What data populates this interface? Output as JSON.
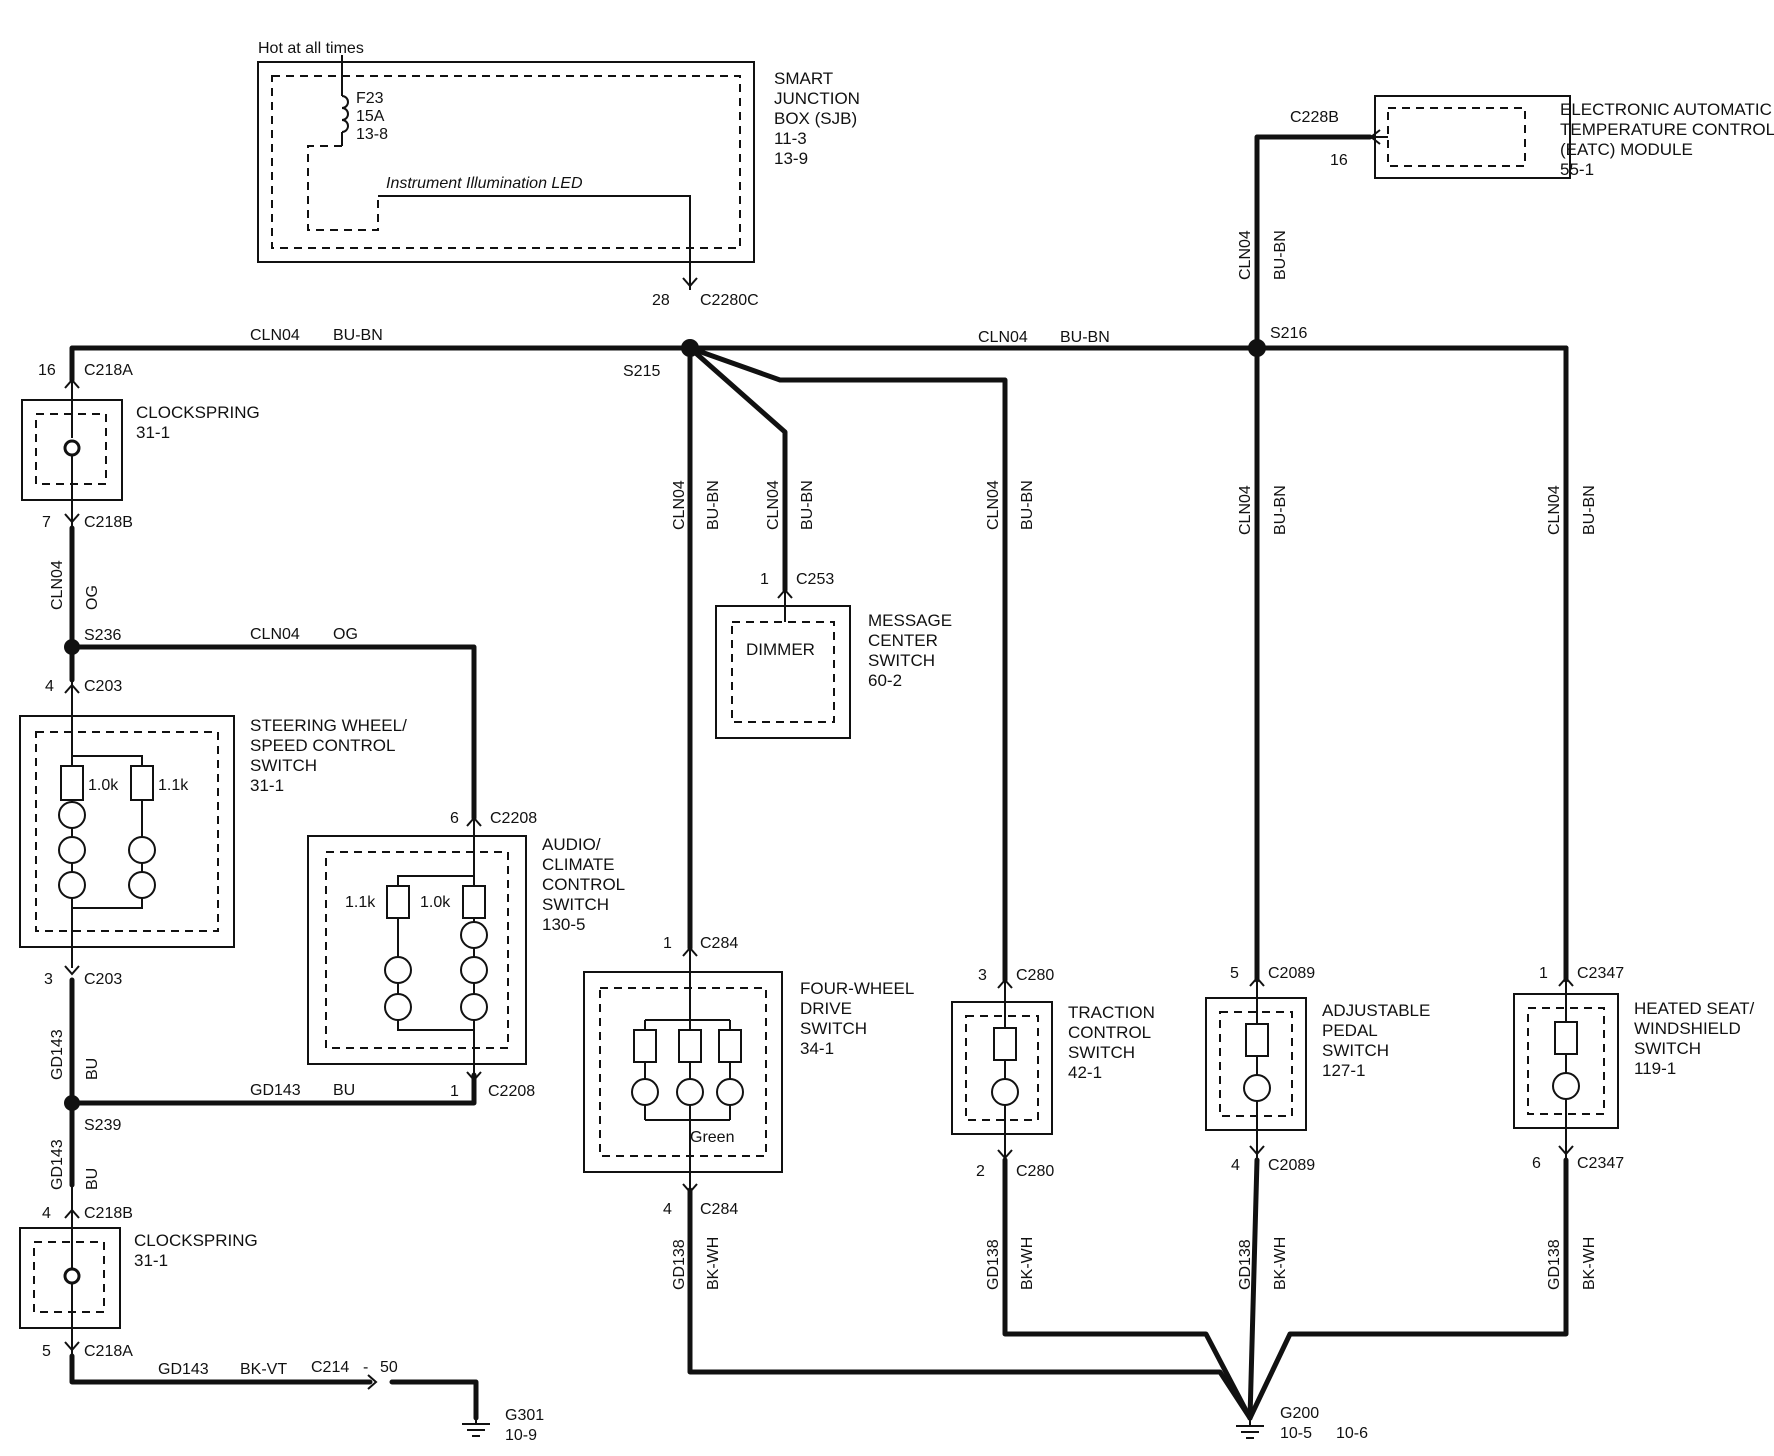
{
  "sjb": {
    "hot": "Hot at all times",
    "fuse": [
      "F23",
      "15A",
      "13-8"
    ],
    "illum": "Instrument Illumination LED",
    "name": [
      "SMART",
      "JUNCTION",
      "BOX (SJB)",
      "11-3",
      "13-9"
    ]
  },
  "eatc": {
    "name": [
      "ELECTRONIC AUTOMATIC",
      "TEMPERATURE CONTROL",
      "(EATC) MODULE",
      "55-1"
    ],
    "conn": "C228B",
    "pin": "16"
  },
  "clockspring_top": {
    "name": [
      "CLOCKSPRING",
      "31-1"
    ],
    "c_top": "C218A",
    "p_top": "16",
    "c_bot": "C218B",
    "p_bot": "7"
  },
  "clockspring_bot": {
    "name": [
      "CLOCKSPRING",
      "31-1"
    ],
    "c_top": "C218B",
    "p_top": "4",
    "c_bot": "C218A",
    "p_bot": "5"
  },
  "steering": {
    "name": [
      "STEERING WHEEL/",
      "SPEED CONTROL",
      "SWITCH",
      "31-1"
    ],
    "c_top": "C203",
    "p_top": "4",
    "c_bot": "C203",
    "p_bot": "3",
    "r1": "1.0k",
    "r2": "1.1k"
  },
  "audio": {
    "name": [
      "AUDIO/",
      "CLIMATE",
      "CONTROL",
      "SWITCH",
      "130-5"
    ],
    "c_top": "C2208",
    "p_top": "6",
    "c_bot": "C2208",
    "p_bot": "1",
    "r1": "1.1k",
    "r2": "1.0k"
  },
  "message": {
    "name": [
      "MESSAGE",
      "CENTER",
      "SWITCH",
      "60-2"
    ],
    "inner": "DIMMER",
    "conn": "C253",
    "pin": "1"
  },
  "fourwd": {
    "name": [
      "FOUR-WHEEL",
      "DRIVE",
      "SWITCH",
      "34-1"
    ],
    "inner": "Green",
    "c_top": "C284",
    "p_top": "1",
    "c_bot": "C284",
    "p_bot": "4"
  },
  "traction": {
    "name": [
      "TRACTION",
      "CONTROL",
      "SWITCH",
      "42-1"
    ],
    "c_top": "C280",
    "p_top": "3",
    "c_bot": "C280",
    "p_bot": "2"
  },
  "pedal": {
    "name": [
      "ADJUSTABLE",
      "PEDAL",
      "SWITCH",
      "127-1"
    ],
    "c_top": "C2089",
    "p_top": "5",
    "c_bot": "C2089",
    "p_bot": "4"
  },
  "heated": {
    "name": [
      "HEATED SEAT/",
      "WINDSHIELD",
      "SWITCH",
      "119-1"
    ],
    "c_top": "C2347",
    "p_top": "1",
    "c_bot": "C2347",
    "p_bot": "6"
  },
  "splices": {
    "s215": "S215",
    "s216": "S216",
    "s236": "S236",
    "s239": "S239"
  },
  "conn_main": {
    "c": "C2280C",
    "p": "28"
  },
  "wires": {
    "cln04": "CLN04",
    "bubn": "BU-BN",
    "og": "OG",
    "gd143": "GD143",
    "bu": "BU",
    "bkvt": "BK-VT",
    "gd138": "GD138",
    "bkwh": "BK-WH"
  },
  "c214": {
    "c": "C214",
    "dash": "-",
    "p": "50"
  },
  "g301": [
    "G301",
    "10-9"
  ],
  "g200": [
    "G200",
    "10-5",
    "10-6"
  ]
}
